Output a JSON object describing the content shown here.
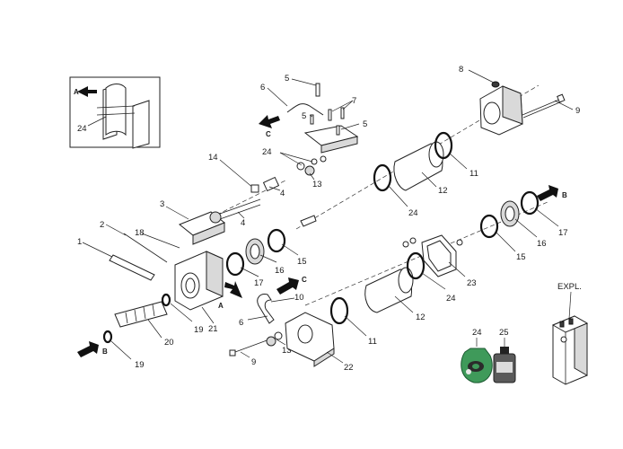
{
  "callouts": {
    "c1": "1",
    "c2": "2",
    "c3": "3",
    "c4a": "4",
    "c4b": "4",
    "c5a": "5",
    "c5b": "5",
    "c5c": "5",
    "c6a": "6",
    "c6b": "6",
    "c7": "7",
    "c8": "8",
    "c9a": "9",
    "c9b": "9",
    "c10": "10",
    "c11a": "11",
    "c11b": "11",
    "c12a": "12",
    "c12b": "12",
    "c13a": "13",
    "c13b": "13",
    "c14": "14",
    "c15a": "15",
    "c15b": "15",
    "c16a": "16",
    "c16b": "16",
    "c17a": "17",
    "c17b": "17",
    "c18": "18",
    "c19a": "19",
    "c19b": "19",
    "c20": "20",
    "c21": "21",
    "c22": "22",
    "c23": "23",
    "c24a": "24",
    "c24b": "24",
    "c24c": "24",
    "c24d": "24",
    "c24e": "24",
    "c25": "25"
  },
  "view_labels": {
    "a1": "A",
    "a2": "A",
    "b1": "B",
    "b2": "B",
    "c1": "C",
    "c2": "C"
  },
  "expl_label": "EXPL.",
  "colors": {
    "line": "#222222",
    "kit_green": "#3f9a5a",
    "bottle": "#5a5a5a"
  }
}
